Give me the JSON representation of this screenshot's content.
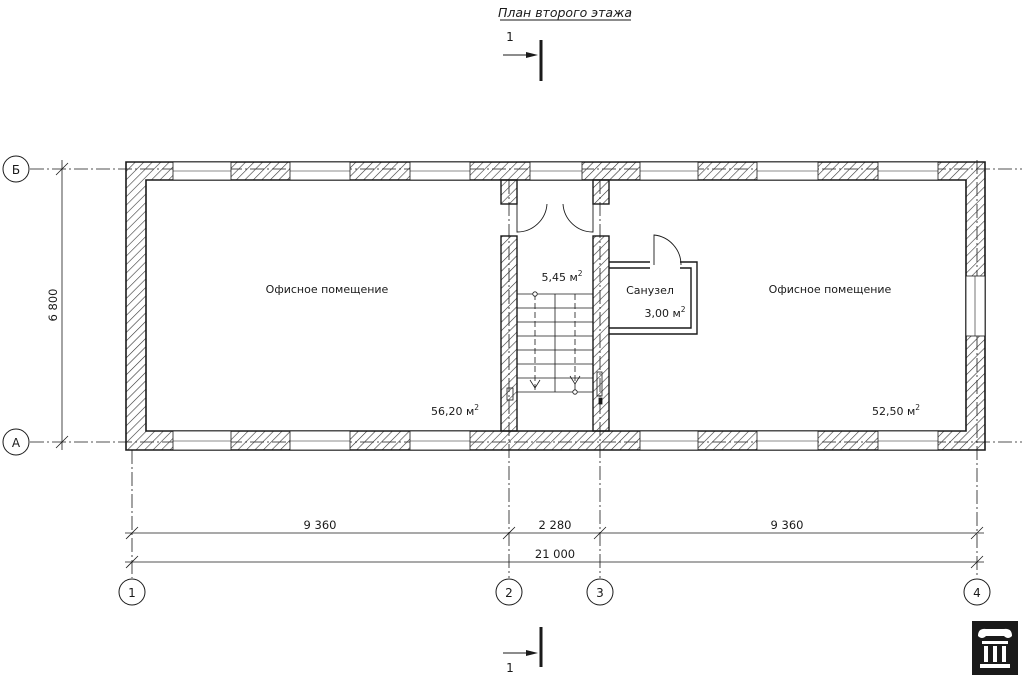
{
  "title": "План второго этажа",
  "section_mark": "1",
  "axes": {
    "letters": [
      "Б",
      "А"
    ],
    "numbers": [
      "1",
      "2",
      "3",
      "4"
    ]
  },
  "dimensions": {
    "height": "6 800",
    "spans": [
      "9 360",
      "2 280",
      "9 360"
    ],
    "total": "21 000"
  },
  "rooms": {
    "office_left": {
      "name": "Офисное помещение",
      "area": "56,20 м",
      "area_sup": "2"
    },
    "stair": {
      "area": "5,45 м",
      "area_sup": "2"
    },
    "wc": {
      "name": "Санузел",
      "area": "3,00 м",
      "area_sup": "2"
    },
    "office_right": {
      "name": "Офисное помещение",
      "area": "52,50 м",
      "area_sup": "2"
    }
  },
  "logo": "column-capital-logo",
  "colors": {
    "line": "#1a1a1a",
    "hatch": "#333333"
  }
}
